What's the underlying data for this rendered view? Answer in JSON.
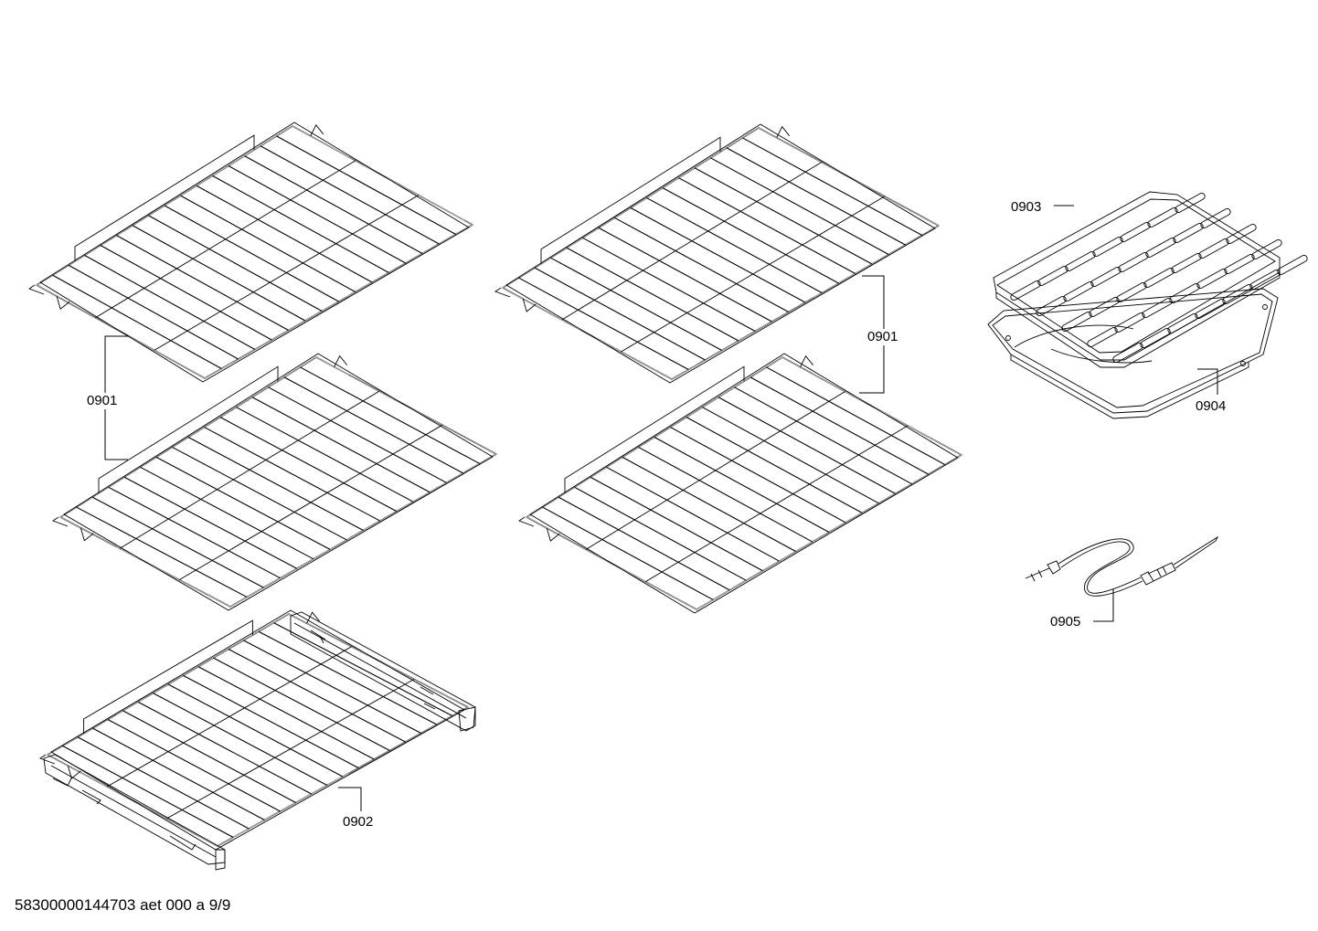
{
  "callouts": {
    "rack_left": "0901",
    "rack_right": "0901",
    "telescopic_rack": "0902",
    "broil_grid": "0903",
    "broil_pan": "0904",
    "meat_probe": "0905"
  },
  "footer": {
    "document_code": "58300000144703 aet 000 a 9/9"
  },
  "colors": {
    "line": "#000000",
    "background": "#ffffff"
  }
}
